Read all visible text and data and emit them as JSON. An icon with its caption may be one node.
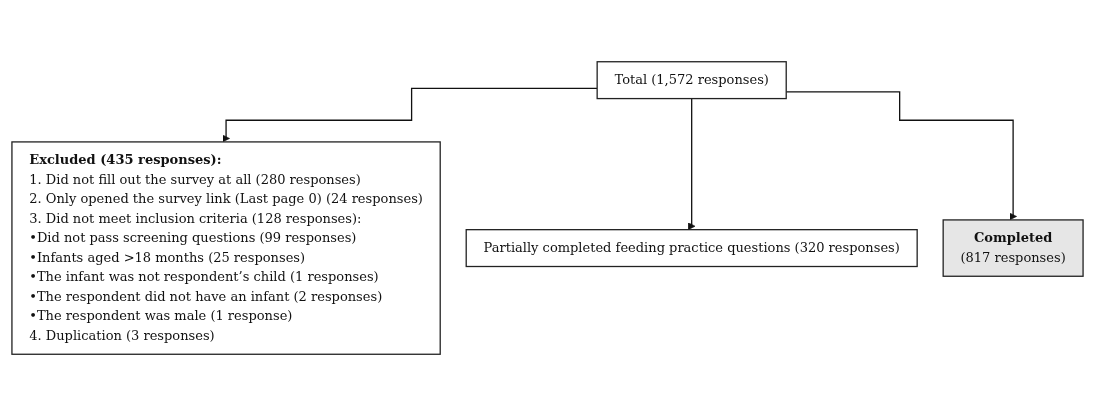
{
  "diagram": {
    "nodes": [
      {
        "text": [
          "Total (1,572 responses)"
        ]
      },
      {
        "text": [
          "Partially completed feeding practice questions (320 responses)"
        ]
      },
      {
        "text": [
          "Completed",
          "(817 responses)"
        ]
      },
      {
        "text": [
          "Excluded (435 responses):",
          "1. Did not fill out the survey at all (280 responses)",
          "2. Only opened the survey link (Last page 0) (24 responses)",
          "3. Did not meet inclusion criteria (128 responses):",
          "•Did not pass screening questions (99 responses)",
          "•Infants aged >18 months (25 responses)",
          "•The infant was not respondent’s child (1 responses)",
          "•The respondent did not have an infant (2 responses)",
          "•The respondent was male (1 response)",
          "4. Duplication (3 responses)"
        ]
      }
    ],
    "edges": [
      {
        "from": 0,
        "to": 3,
        "arrow": "to"
      },
      {
        "from": 0,
        "to": 1,
        "arrow": "to"
      },
      {
        "from": 0,
        "to": 2,
        "arrow": "to"
      }
    ]
  }
}
